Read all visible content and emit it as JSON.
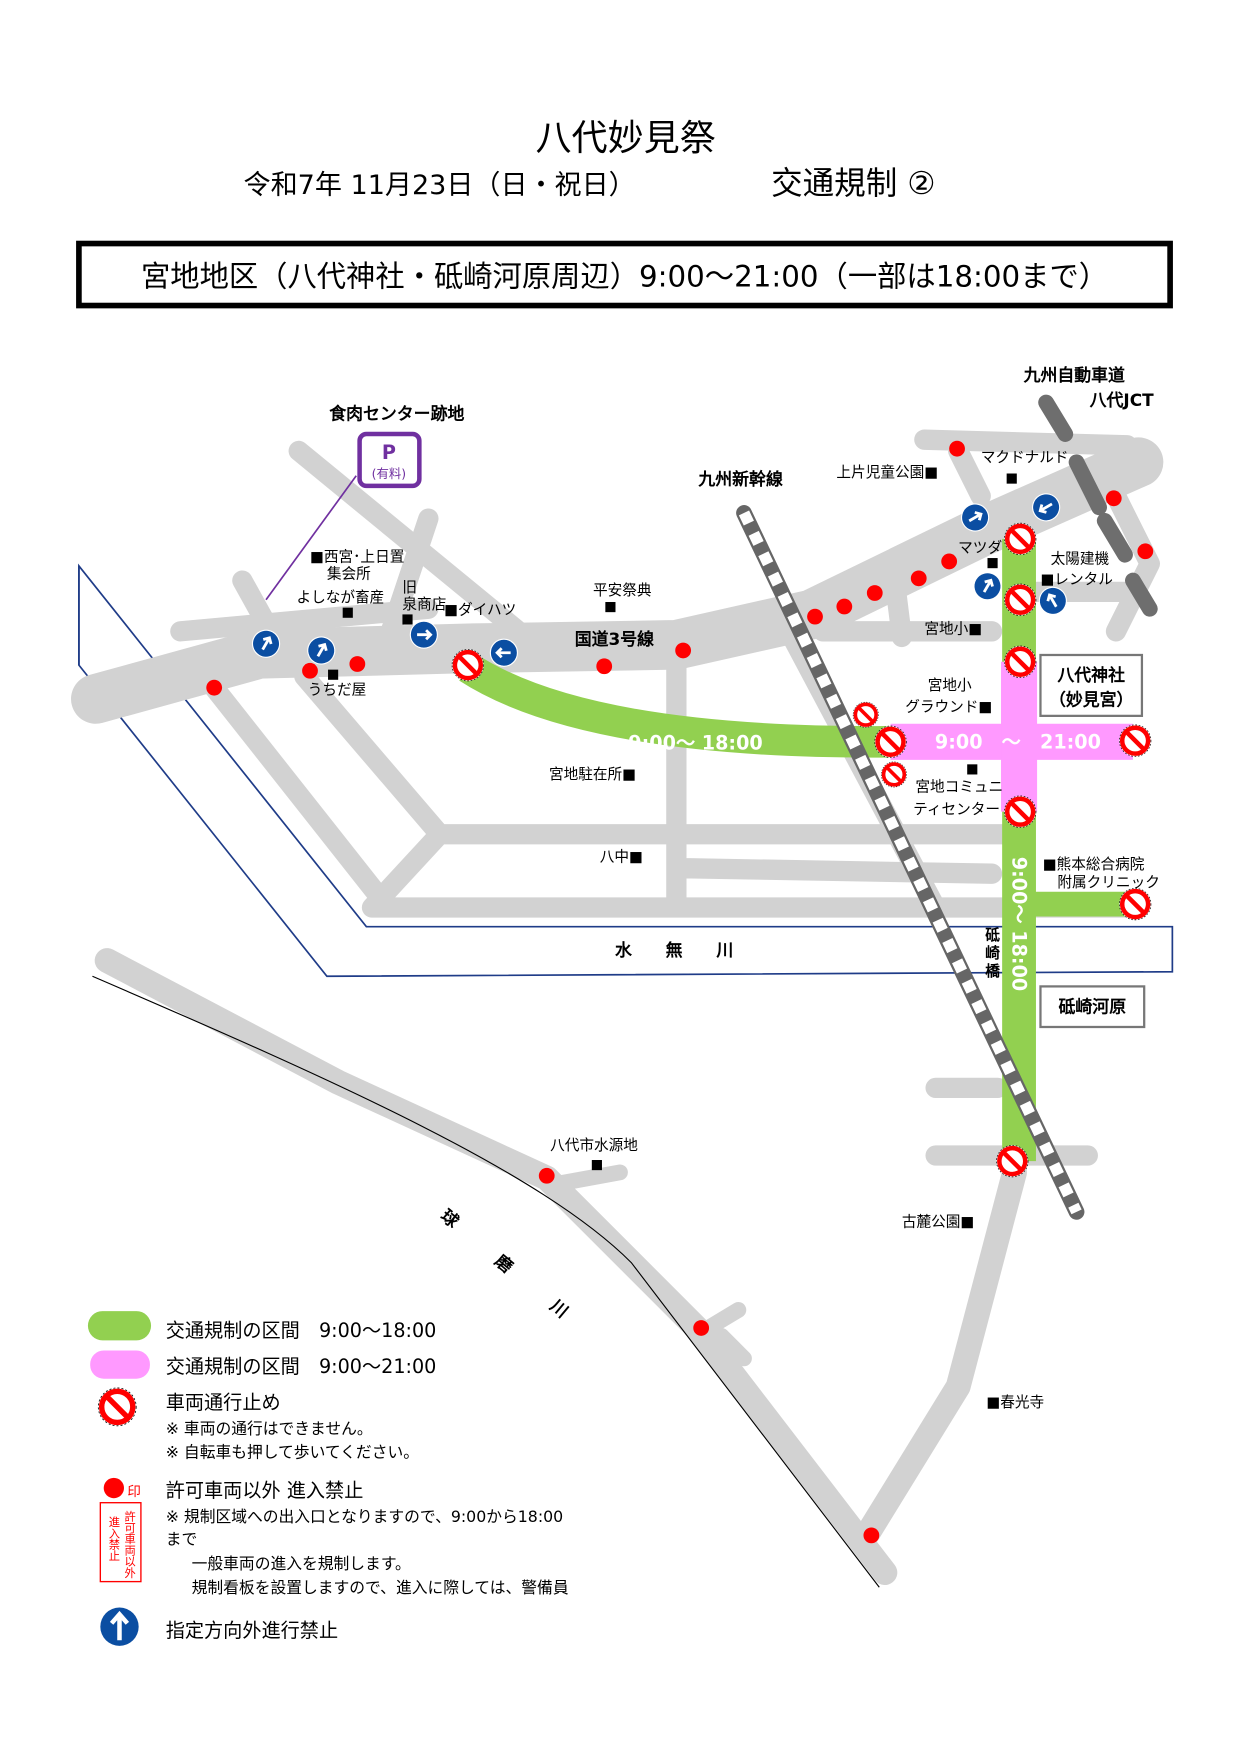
{
  "header": {
    "title": "八代妙見祭",
    "subtitle_date": "令和7年 11月23日（日・祝日）",
    "subtitle_reg": "交通規制 ②",
    "banner": "宮地地区（八代神社・砥崎河原周辺）9:00～21:00（一部は18:00まで）"
  },
  "map": {
    "road_names": {
      "route3": "国道3号線",
      "shinkansen": "九州新幹線",
      "expressway": "九州自動車道",
      "jct": "八代JCT",
      "river1": "水　　無　　川",
      "river2_chars": [
        "球",
        "磨",
        "川"
      ],
      "bridge_chars": [
        "砥",
        "崎",
        "橋"
      ]
    },
    "parking": {
      "title": "食肉センター跡地",
      "letter": "P",
      "note": "(有料)"
    },
    "green_time": "9:00～ 18:00",
    "green_time_vertical": "9:00～ 18:00",
    "pink_time": "9:00　～　21:00",
    "shrine": {
      "line1": "八代神社",
      "line2": "（妙見宮）"
    },
    "kawara": "砥崎河原",
    "landmarks": {
      "nishimiya": "■西宮･上日置",
      "nishimiya2": "集会所",
      "yoshinaga": "よしなが畜産",
      "izumi1": "旧",
      "izumi2": "泉商店",
      "daihatsu": "■ダイハツ",
      "uchidaya": "うちだ屋",
      "heian": "平安祭典",
      "kamikata": "上片児童公園■",
      "mcd": "マクドナルド",
      "mazda": "マツダ",
      "taiyo1": "太陽建機",
      "taiyo2": "■レンタル",
      "miyajisho": "宮地小■",
      "ground1": "宮地小",
      "ground2": "グラウンド■",
      "chuzaisho": "宮地駐在所■",
      "community1": "宮地コミュニ",
      "community2": "ティセンター",
      "hachichu": "八中■",
      "hospital1": "■熊本総合病院",
      "hospital2": "附属クリニック",
      "suigenchi": "八代市水源地",
      "koroku": "古麓公園■",
      "shunkoji": "■春光寺"
    }
  },
  "legend": {
    "green": "交通規制の区間　9:00～18:00",
    "pink": "交通規制の区間　9:00～21:00",
    "stop_title": "車両通行止め",
    "stop_note1": "※ 車両の通行はできません。",
    "stop_note2": "※ 自転車も押して歩いてください。",
    "dot_mark": "印",
    "permit_sign": "許可車両以外",
    "permit_sign2": "進入禁止",
    "permit_title": "許可車両以外 進入禁止",
    "permit_note1": "※ 規制区域への出入口となりますので、9:00から18:00",
    "permit_note2": "まで",
    "permit_note3": "一般車両の進入を規制します。",
    "permit_note4": "規制看板を設置しますので、進入に際しては、警備員",
    "direction_title": "指定方向外進行禁止"
  },
  "colors": {
    "green": "#92d050",
    "pink": "#ff99ff",
    "road": "#d2d2d2",
    "red": "#ff0000",
    "blue": "#0b4ea2",
    "purple": "#7030a0"
  }
}
